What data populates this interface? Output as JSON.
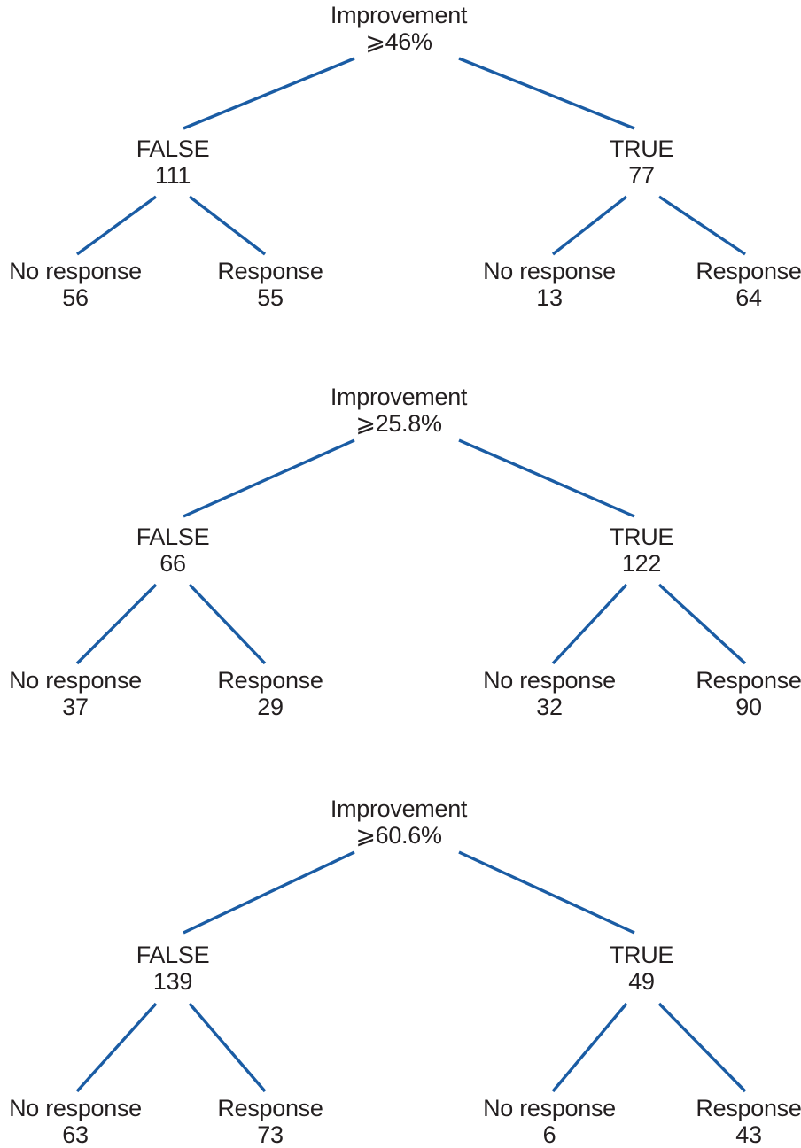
{
  "figure": {
    "line_color": "#1a5ca4",
    "text_color": "#231f20",
    "background_color": "#ffffff"
  },
  "trees": [
    {
      "root": {
        "label": "Improvement",
        "condition": "⩾46%"
      },
      "false_branch": {
        "label": "FALSE",
        "count": 111
      },
      "true_branch": {
        "label": "TRUE",
        "count": 77
      },
      "leaves": [
        {
          "label": "No response",
          "count": 56
        },
        {
          "label": "Response",
          "count": 55
        },
        {
          "label": "No response",
          "count": 13
        },
        {
          "label": "Response",
          "count": 64
        }
      ]
    },
    {
      "root": {
        "label": "Improvement",
        "condition": "⩾25.8%"
      },
      "false_branch": {
        "label": "FALSE",
        "count": 66
      },
      "true_branch": {
        "label": "TRUE",
        "count": 122
      },
      "leaves": [
        {
          "label": "No response",
          "count": 37
        },
        {
          "label": "Response",
          "count": 29
        },
        {
          "label": "No response",
          "count": 32
        },
        {
          "label": "Response",
          "count": 90
        }
      ]
    },
    {
      "root": {
        "label": "Improvement",
        "condition": "⩾60.6%"
      },
      "false_branch": {
        "label": "FALSE",
        "count": 139
      },
      "true_branch": {
        "label": "TRUE",
        "count": 49
      },
      "leaves": [
        {
          "label": "No response",
          "count": 63
        },
        {
          "label": "Response",
          "count": 73
        },
        {
          "label": "No response",
          "count": 6
        },
        {
          "label": "Response",
          "count": 43
        }
      ]
    }
  ]
}
